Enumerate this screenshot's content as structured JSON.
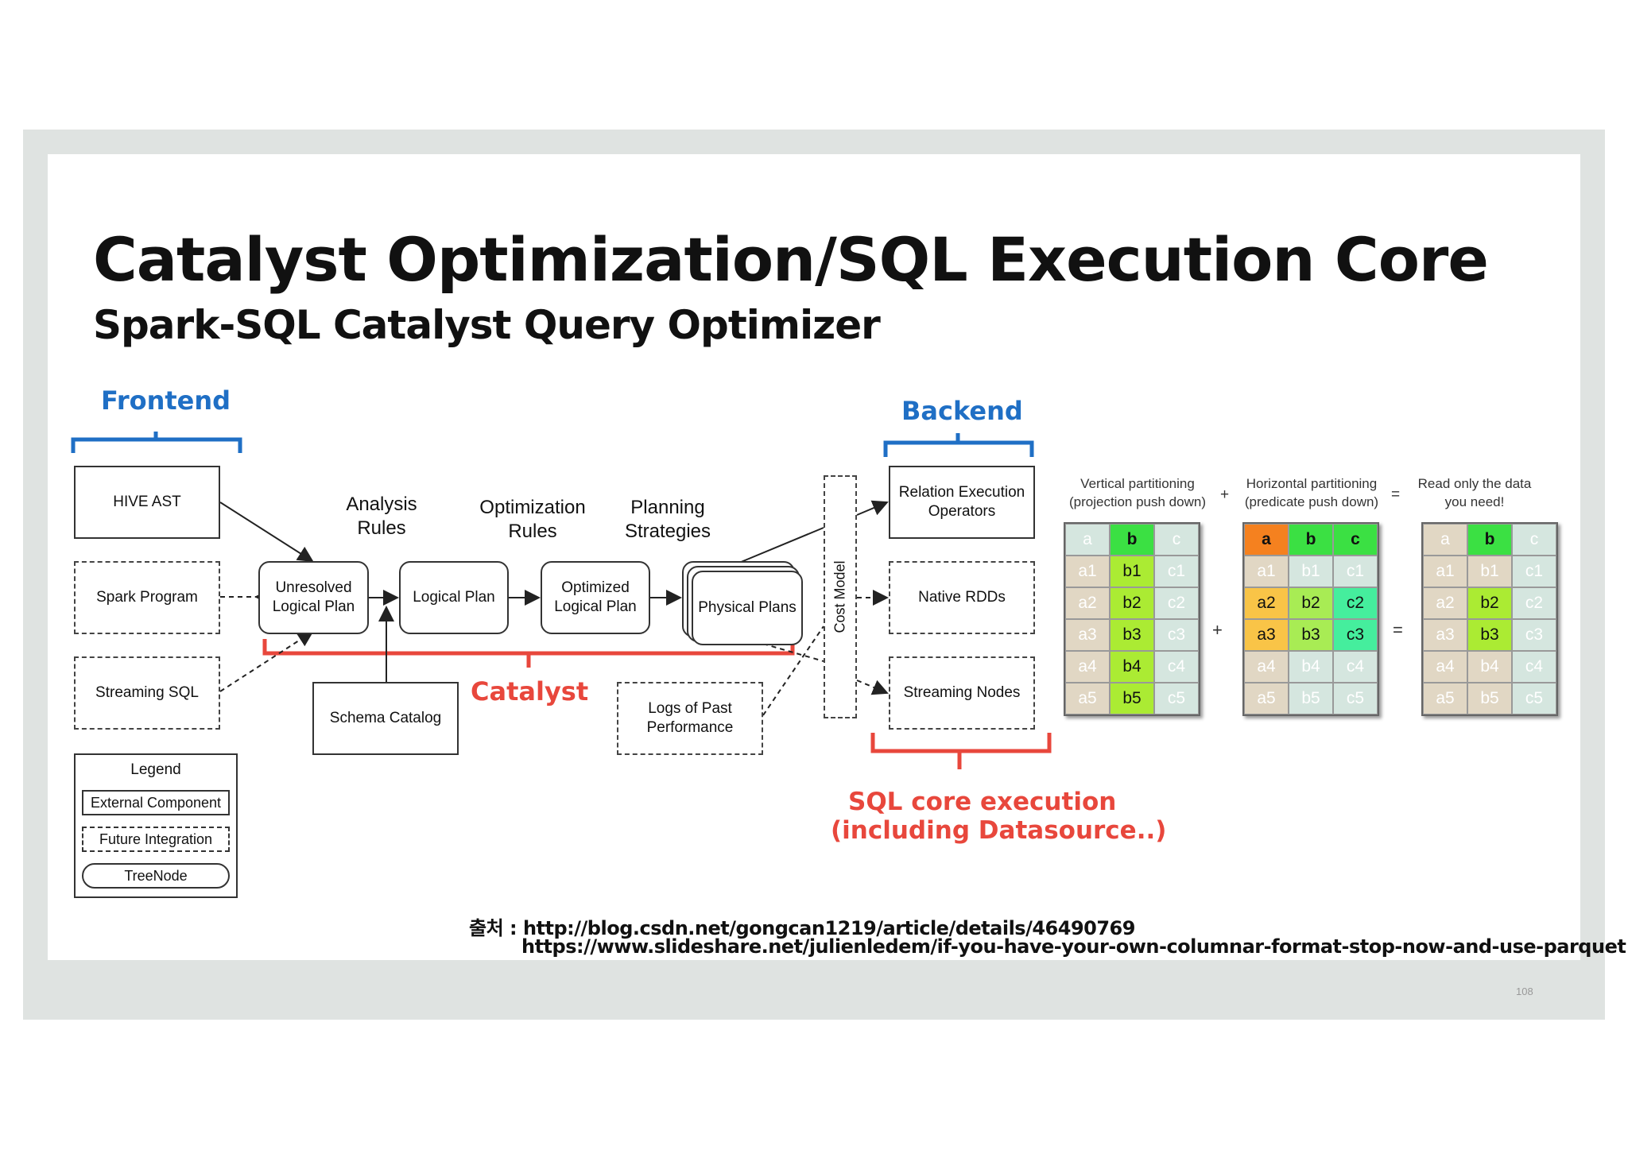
{
  "slide": {
    "title": "Catalyst Optimization/SQL Execution Core",
    "subtitle": "Spark-SQL Catalyst Query Optimizer",
    "page_number": "108"
  },
  "annotations": {
    "frontend": "Frontend",
    "backend": "Backend",
    "catalyst": "Catalyst",
    "sql_core_line1": "SQL core execution",
    "sql_core_line2": "(including Datasource..)"
  },
  "diagram": {
    "inputs": [
      "HIVE AST",
      "Spark Program",
      "Streaming SQL"
    ],
    "steps": {
      "analysis": "Analysis\nRules",
      "optimization": "Optimization\nRules",
      "planning": "Planning\nStrategies"
    },
    "nodes": {
      "unresolved": "Unresolved\nLogical Plan",
      "logical": "Logical Plan",
      "optimized": "Optimized\nLogical Plan",
      "physical": "Physical Plans",
      "schema": "Schema Catalog",
      "logs": "Logs of Past\nPerformance",
      "cost_model": "Cost Model"
    },
    "outputs": [
      "Relation Execution\nOperators",
      "Native RDDs",
      "Streaming Nodes"
    ],
    "legend": {
      "title": "Legend",
      "items": [
        "External Component",
        "Future Integration",
        "TreeNode"
      ]
    }
  },
  "partitioning": {
    "vertical_title": "Vertical partitioning\n(projection push down)",
    "horizontal_title": "Horizontal partitioning\n(predicate push down)",
    "result_title": "Read only the data\nyou need!",
    "plus": "+",
    "equals": "=",
    "tables": [
      {
        "name": "vertical",
        "rows": [
          [
            "a",
            "b",
            "c"
          ],
          [
            "a1",
            "b1",
            "c1"
          ],
          [
            "a2",
            "b2",
            "c2"
          ],
          [
            "a3",
            "b3",
            "c3"
          ],
          [
            "a4",
            "b4",
            "c4"
          ],
          [
            "a5",
            "b5",
            "c5"
          ]
        ]
      },
      {
        "name": "horizontal",
        "rows": [
          [
            "a",
            "b",
            "c"
          ],
          [
            "a1",
            "b1",
            "c1"
          ],
          [
            "a2",
            "b2",
            "c2"
          ],
          [
            "a3",
            "b3",
            "c3"
          ],
          [
            "a4",
            "b4",
            "c4"
          ],
          [
            "a5",
            "b5",
            "c5"
          ]
        ]
      },
      {
        "name": "result",
        "rows": [
          [
            "a",
            "b",
            "c"
          ],
          [
            "a1",
            "b1",
            "c1"
          ],
          [
            "a2",
            "b2",
            "c2"
          ],
          [
            "a3",
            "b3",
            "c3"
          ],
          [
            "a4",
            "b4",
            "c4"
          ],
          [
            "a5",
            "b5",
            "c5"
          ]
        ]
      }
    ]
  },
  "source": {
    "prefix": "출처 : ",
    "url1": "http://blog.csdn.net/gongcan1219/article/details/46490769",
    "url2": "https://www.slideshare.net/julienledem/if-you-have-your-own-columnar-format-stop-now-and-use-parquet"
  },
  "colors": {
    "blue_label": "#1f6fc5",
    "red_label": "#e8473c",
    "frame": "#dfe3e1"
  }
}
